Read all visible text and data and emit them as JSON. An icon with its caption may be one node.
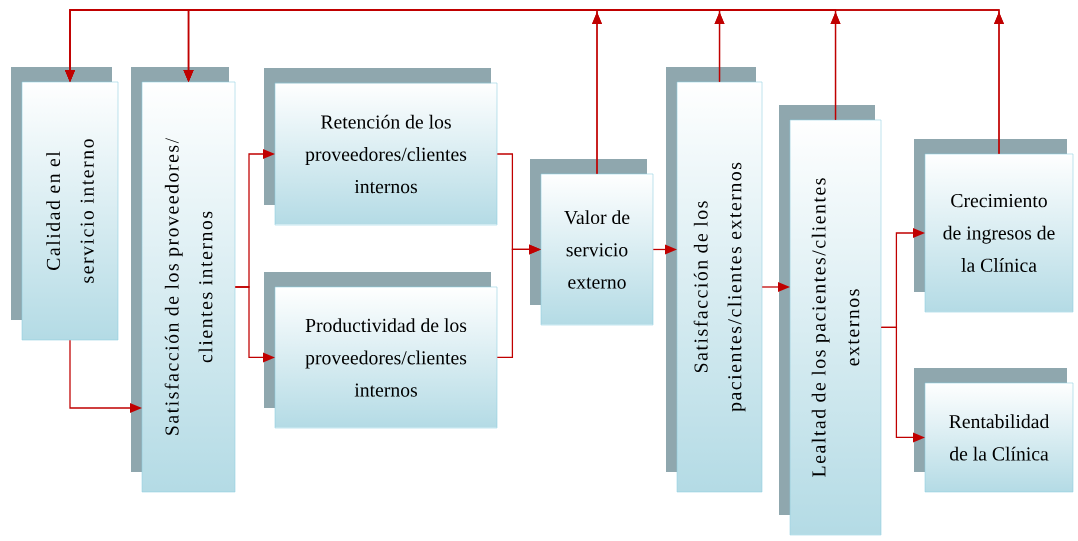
{
  "diagram": {
    "nodes": [
      {
        "text": [
          "Calidad en el servicio interno"
        ]
      },
      {
        "text": [
          "Satisfacción de los proveedores/ clientes internos"
        ]
      },
      {
        "text": [
          "Retención de los proveedores/clientes internos"
        ]
      },
      {
        "text": [
          "Productividad de los proveedores/clientes internos"
        ]
      },
      {
        "text": [
          "Valor de servicio externo"
        ]
      },
      {
        "text": [
          "Satisfacción de los pacientes/clientes externos"
        ]
      },
      {
        "text": [
          "Lealtad de los pacientes/clientes externos"
        ]
      },
      {
        "text": [
          "Crecimiento de ingresos de la Clínica"
        ]
      },
      {
        "text": [
          "Rentabilidad de la Clínica"
        ]
      }
    ],
    "edges": [
      {
        "from": 0,
        "to": 1,
        "arrow": "to"
      },
      {
        "from": 1,
        "to": 2,
        "arrow": "to"
      },
      {
        "from": 1,
        "to": 3,
        "arrow": "to"
      },
      {
        "from": 2,
        "to": 4,
        "arrow": "to"
      },
      {
        "from": 3,
        "to": 4,
        "arrow": "to"
      },
      {
        "from": 4,
        "to": 5,
        "arrow": "to"
      },
      {
        "from": 5,
        "to": 6,
        "arrow": "to"
      },
      {
        "from": 6,
        "to": 7,
        "arrow": "to"
      },
      {
        "from": 6,
        "to": 8,
        "arrow": "to"
      },
      {
        "from": 4,
        "to": 0,
        "arrow": "to"
      },
      {
        "from": 4,
        "to": 1,
        "arrow": "to"
      },
      {
        "from": 5,
        "to": 0,
        "arrow": "to"
      },
      {
        "from": 5,
        "to": 1,
        "arrow": "to"
      },
      {
        "from": 6,
        "to": 0,
        "arrow": "to"
      },
      {
        "from": 6,
        "to": 1,
        "arrow": "to"
      },
      {
        "from": 7,
        "to": 0,
        "arrow": "to"
      },
      {
        "from": 7,
        "to": 1,
        "arrow": "to"
      }
    ]
  }
}
